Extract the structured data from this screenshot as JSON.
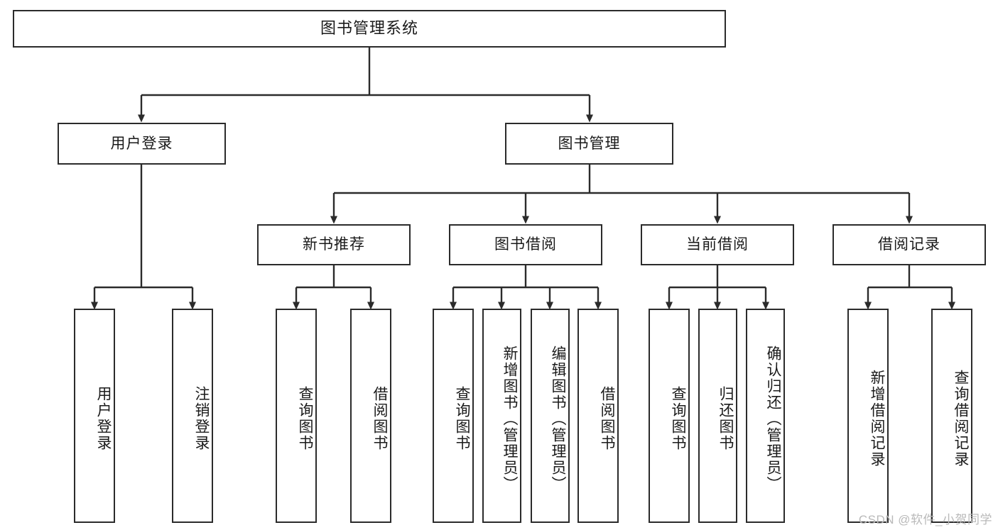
{
  "diagram": {
    "type": "tree",
    "title": "图书管理系统",
    "style": {
      "box_fill": "#ffffff",
      "box_border": "#2b2b2b",
      "line_color": "#2b2b2b",
      "text_color": "#1a1a1a",
      "background": "#ffffff"
    },
    "levels": {
      "root": {
        "label": "图书管理系统"
      },
      "level2": [
        {
          "label": "用户登录"
        },
        {
          "label": "图书管理"
        }
      ],
      "level3": [
        {
          "label": "新书推荐"
        },
        {
          "label": "图书借阅"
        },
        {
          "label": "当前借阅"
        },
        {
          "label": "借阅记录"
        }
      ],
      "leaves": [
        {
          "label": "用户登录",
          "parent": "用户登录"
        },
        {
          "label": "注销登录",
          "parent": "用户登录"
        },
        {
          "label": "查询图书",
          "parent": "新书推荐"
        },
        {
          "label": "借阅图书",
          "parent": "新书推荐"
        },
        {
          "label": "查询图书",
          "parent": "图书借阅"
        },
        {
          "label": "新增图书（管理员）",
          "parent": "图书借阅"
        },
        {
          "label": "编辑图书（管理员）",
          "parent": "图书借阅"
        },
        {
          "label": "借阅图书",
          "parent": "图书借阅"
        },
        {
          "label": "查询图书",
          "parent": "当前借阅"
        },
        {
          "label": "归还图书",
          "parent": "当前借阅"
        },
        {
          "label": "确认归还（管理员）",
          "parent": "当前借阅"
        },
        {
          "label": "新增借阅记录",
          "parent": "借阅记录"
        },
        {
          "label": "查询借阅记录",
          "parent": "借阅记录"
        }
      ]
    }
  },
  "watermark": {
    "text": "CSDN @软件_小贺同学"
  }
}
